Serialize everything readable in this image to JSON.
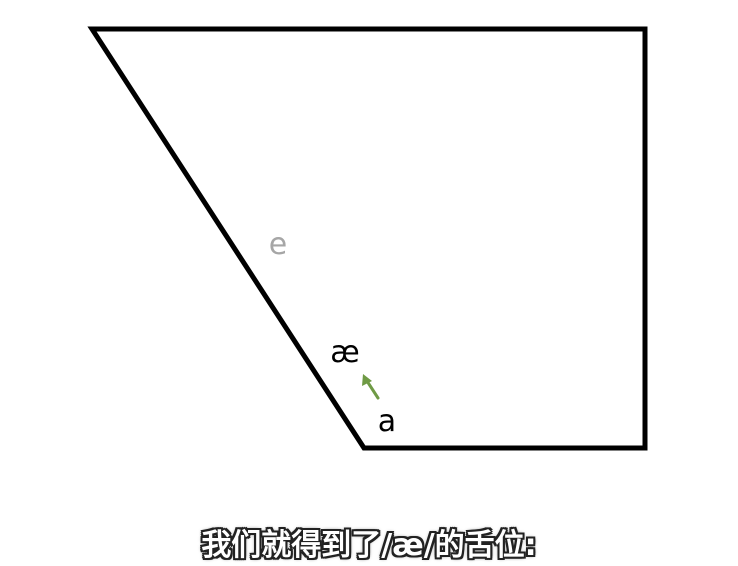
{
  "vowels": {
    "e": {
      "symbol": "e",
      "color": "#a6a6a6"
    },
    "ae": {
      "symbol": "æ",
      "color": "#000000"
    },
    "a": {
      "symbol": "a",
      "color": "#000000"
    }
  },
  "arrow": {
    "color": "#6f9a45",
    "direction": "from-a-toward-ae"
  },
  "trapezoid": {
    "stroke_color": "#000000"
  },
  "subtitle": {
    "text": "我们就得到了/æ/的舌位:"
  }
}
